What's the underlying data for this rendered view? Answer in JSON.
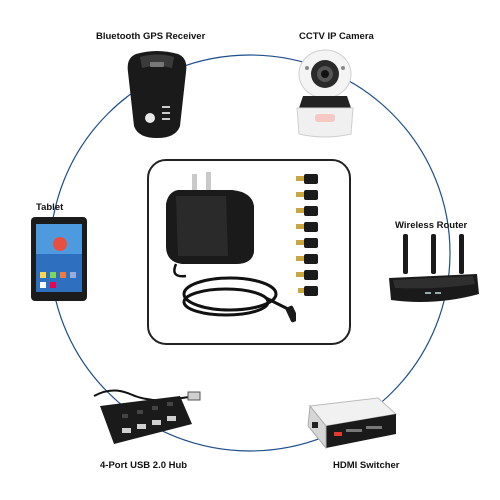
{
  "devices": {
    "gps": {
      "label": "Bluetooth GPS Receiver",
      "icon": "gps-receiver-icon"
    },
    "camera": {
      "label": "CCTV IP Camera",
      "icon": "ip-camera-icon"
    },
    "tablet": {
      "label": "Tablet",
      "icon": "tablet-icon"
    },
    "router": {
      "label": "Wireless Router",
      "icon": "router-icon"
    },
    "hub": {
      "label": "4-Port USB 2.0 Hub",
      "icon": "usb-hub-icon"
    },
    "hdmi": {
      "label": "HDMI Switcher",
      "icon": "hdmi-switcher-icon"
    }
  },
  "center": {
    "icon": "power-adapter-icon",
    "tip_count": 8
  },
  "colors": {
    "ring": "#1f4e8c",
    "device_dark": "#1a1a1a",
    "panel_border": "#222222"
  }
}
